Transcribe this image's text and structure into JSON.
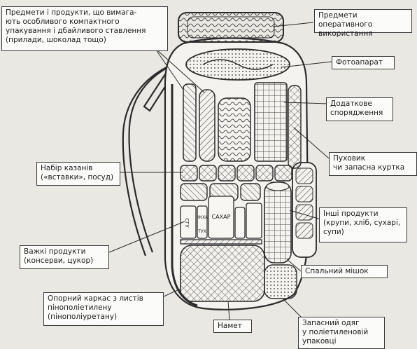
{
  "labels": {
    "fragile": "Предмети і продукти, що вимага-\nють особливого компактного\nупакування і дбайливого ставлення\n(прилади, шоколад тощо)",
    "quick_access": "Предмети оперативного\nвикористання",
    "camera": "Фотоапарат",
    "extra_gear": "Додаткове\nспорядження",
    "down_jacket": "Пуховик\nчи запасна куртка",
    "pots": "Набір казанів\n(«вставки», посуд)",
    "other_food": "Інші продукти\n(крупи, хліб, сухарі,\nсупи)",
    "heavy_food": "Важкі продукти\n(консерви, цукор)",
    "sleeping_bag": "Спальний мішок",
    "frame": "Опорний каркас з листів\nпінополіетилену\n(пінополіуретану)",
    "tent": "Намет",
    "spare_clothes": "Запасний одяг\nу поліетиленовій\nупаковці"
  },
  "item_texts": {
    "sugar": "САХАР",
    "can1": "СГУ",
    "can2": "ЧКХА",
    "can3": "ТУХ"
  },
  "colors": {
    "background": "#e9e8e3",
    "ink": "#2b2b2b",
    "label_fill": "#fbfbf9"
  }
}
